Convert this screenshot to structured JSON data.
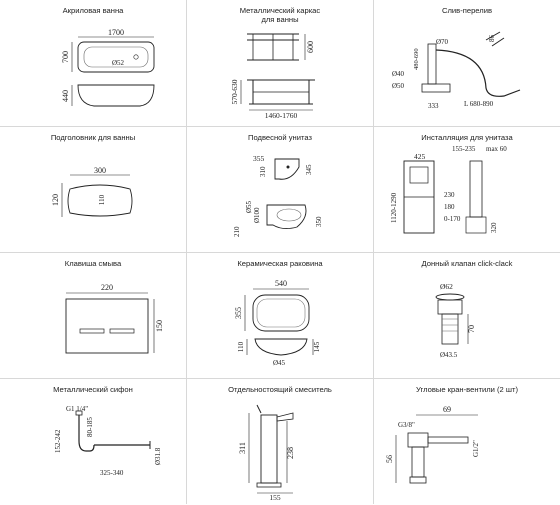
{
  "cells": [
    {
      "title": "Акриловая ванна",
      "dims": [
        "1700",
        "700",
        "Ø52",
        "440"
      ]
    },
    {
      "title": "Металлический каркас\nдля ванны",
      "dims": [
        "600",
        "570-630",
        "1460-1760"
      ]
    },
    {
      "title": "Слив-перелив",
      "dims": [
        "86",
        "480-690",
        "Ø70",
        "Ø40",
        "Ø50",
        "333",
        "L 680-890"
      ]
    },
    {
      "title": "Подголовник для ванны",
      "dims": [
        "300",
        "120",
        "110"
      ]
    },
    {
      "title": "Подвесной унитаз",
      "dims": [
        "355",
        "310",
        "345",
        "Ø55",
        "Ø100",
        "210",
        "350"
      ]
    },
    {
      "title": "Инсталляция для унитаза",
      "dims": [
        "425",
        "155-235",
        "max 60",
        "1120-1290",
        "230",
        "180",
        "0-170",
        "320"
      ]
    },
    {
      "title": "Клавиша смыва",
      "dims": [
        "220",
        "150"
      ]
    },
    {
      "title": "Керамическая раковина",
      "dims": [
        "540",
        "355",
        "110",
        "145",
        "Ø45"
      ]
    },
    {
      "title": "Донный клапан click-clack",
      "dims": [
        "Ø62",
        "70",
        "Ø43.5"
      ]
    },
    {
      "title": "Металлический сифон",
      "dims": [
        "G1 1/4\"",
        "80-185",
        "152-242",
        "Ø31.8",
        "325-340"
      ]
    },
    {
      "title": "Отдельностоящий смеситель",
      "dims": [
        "311",
        "238",
        "155"
      ]
    },
    {
      "title": "Угловые кран-вентили (2 шт)",
      "dims": [
        "69",
        "G3/8\"",
        "56",
        "G1/2\""
      ]
    }
  ]
}
